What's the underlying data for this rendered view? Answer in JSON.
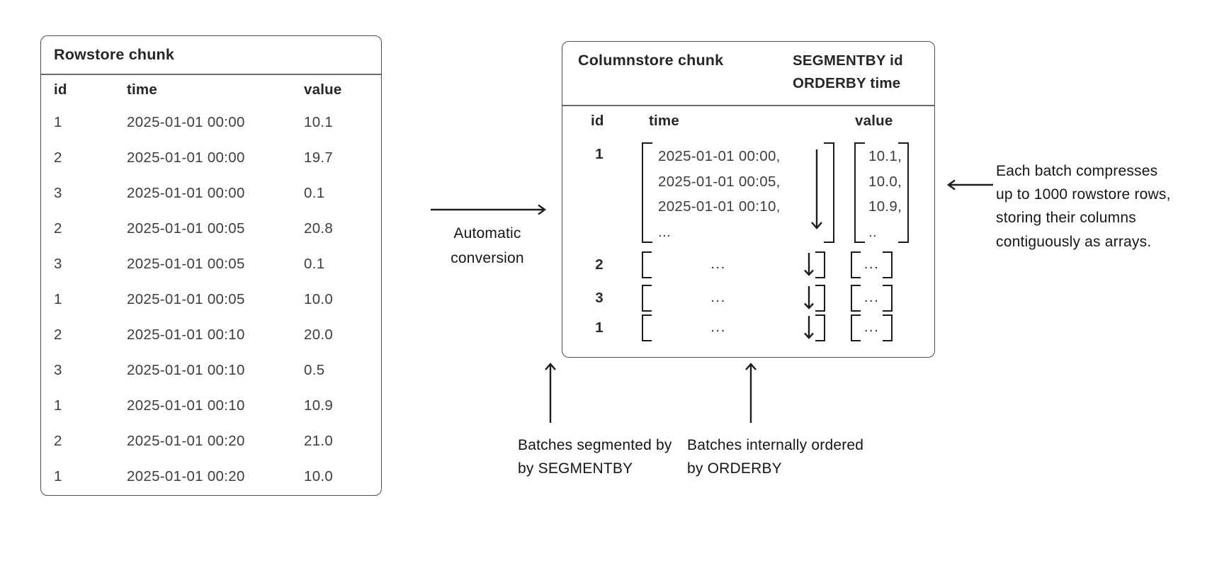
{
  "rowstore": {
    "title": "Rowstore chunk",
    "columns": [
      "id",
      "time",
      "value"
    ],
    "rows": [
      [
        "1",
        "2025-01-01 00:00",
        "10.1"
      ],
      [
        "2",
        "2025-01-01 00:00",
        "19.7"
      ],
      [
        "3",
        "2025-01-01 00:00",
        "0.1"
      ],
      [
        "2",
        "2025-01-01 00:05",
        "20.8"
      ],
      [
        "3",
        "2025-01-01 00:05",
        "0.1"
      ],
      [
        "1",
        "2025-01-01 00:05",
        "10.0"
      ],
      [
        "2",
        "2025-01-01 00:10",
        "20.0"
      ],
      [
        "3",
        "2025-01-01 00:10",
        "0.5"
      ],
      [
        "1",
        "2025-01-01 00:10",
        "10.9"
      ],
      [
        "2",
        "2025-01-01 00:20",
        "21.0"
      ],
      [
        "1",
        "2025-01-01 00:20",
        "10.0"
      ]
    ]
  },
  "conversion": {
    "line1": "Automatic",
    "line2": "conversion"
  },
  "columnstore": {
    "title": "Columnstore chunk",
    "segmentby": "SEGMENTBY id",
    "orderby": "ORDERBY time",
    "columns": [
      "id",
      "time",
      "value"
    ],
    "batch_expanded": {
      "id": "1",
      "time_values": [
        "2025-01-01 00:00,",
        "2025-01-01 00:05,",
        "2025-01-01 00:10,",
        "..."
      ],
      "values": [
        "10.1,",
        "10.0,",
        "10.9,",
        ".."
      ]
    },
    "batches_collapsed": [
      {
        "id": "2",
        "time_summary": "...",
        "value_summary": "..."
      },
      {
        "id": "3",
        "time_summary": "...",
        "value_summary": "..."
      },
      {
        "id": "1",
        "time_summary": "...",
        "value_summary": "..."
      }
    ]
  },
  "annotations": {
    "segmentby_line1": "Batches segmented by",
    "segmentby_line2": "by SEGMENTBY",
    "orderby_line1": "Batches internally ordered",
    "orderby_line2": "by ORDERBY",
    "compress_line1": "Each batch compresses",
    "compress_line2": "up to 1000 rowstore rows,",
    "compress_line3": "storing their columns",
    "compress_line4": "contiguously as arrays."
  },
  "colors": {
    "background": "#ffffff",
    "panel_border": "#4e4e4e",
    "divider": "#6a6a6a",
    "heading_text": "#262626",
    "body_text": "#3d3d3d",
    "annotation_text": "#161616",
    "arrow": "#1c1c1c"
  }
}
